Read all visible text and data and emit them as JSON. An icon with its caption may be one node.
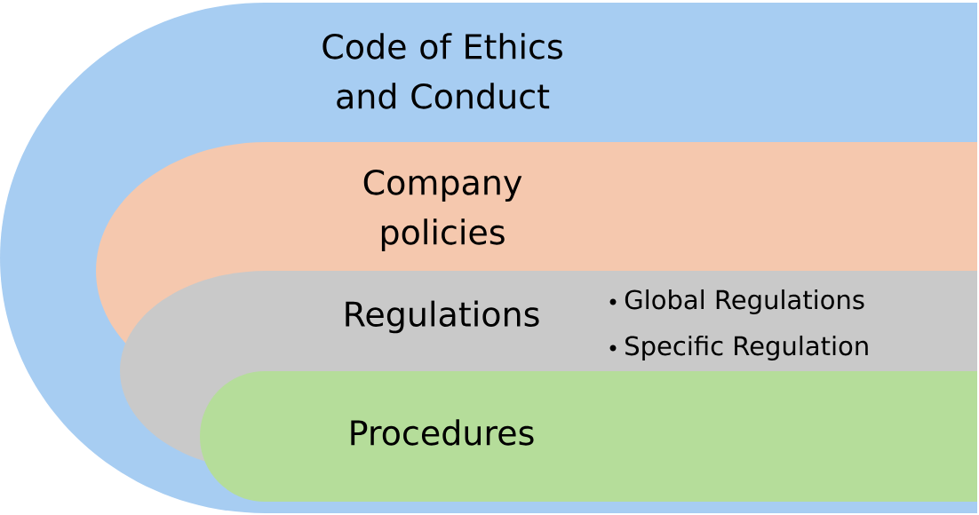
{
  "diagram": {
    "nodes": [
      {
        "text": [
          "Code of Ethics and Conduct"
        ]
      },
      {
        "text": [
          "Company policies"
        ],
        "in": 0
      },
      {
        "text": [
          "Regulations",
          "Global Regulations",
          "Specific Regulation"
        ],
        "in": 0
      },
      {
        "text": [
          "Procedures"
        ],
        "in": 0
      }
    ]
  }
}
